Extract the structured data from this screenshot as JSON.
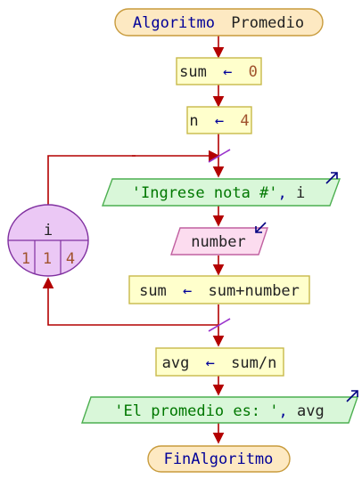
{
  "colors": {
    "flow": "#b30000",
    "terminal_fill": "#fde9c2",
    "terminal_stroke": "#c89b3c",
    "process_fill": "#ffffcc",
    "process_stroke": "#c8b84a",
    "output_fill": "#d9f7d9",
    "output_stroke": "#4caf50",
    "input_fill": "#fcdcef",
    "input_stroke": "#c060a0",
    "loop_fill": "#ebc8f5",
    "loop_stroke": "#8030a0",
    "marker": "#9933cc",
    "arrow_icon": "#000080"
  },
  "start": {
    "keyword": "Algoritmo",
    "name": "Promedio"
  },
  "assign_sum": {
    "var": "sum",
    "op": "←",
    "value": "0"
  },
  "assign_n": {
    "var": "n",
    "op": "←",
    "value": "4"
  },
  "output_prompt": {
    "string": "'Ingrese nota #'",
    "sep": ", ",
    "var": "i",
    "icon": "output-arrow-icon"
  },
  "input_number": {
    "var": "number",
    "icon": "input-arrow-icon"
  },
  "assign_accum": {
    "var": "sum",
    "op": "←",
    "expr": "sum+number"
  },
  "loop": {
    "var": "i",
    "from": "1",
    "step": "1",
    "to": "4"
  },
  "assign_avg": {
    "var": "avg",
    "op": "←",
    "expr": "sum/n"
  },
  "output_result": {
    "string": "'El promedio es: '",
    "sep": ", ",
    "var": "avg",
    "icon": "output-arrow-icon"
  },
  "end": {
    "keyword": "FinAlgoritmo"
  }
}
